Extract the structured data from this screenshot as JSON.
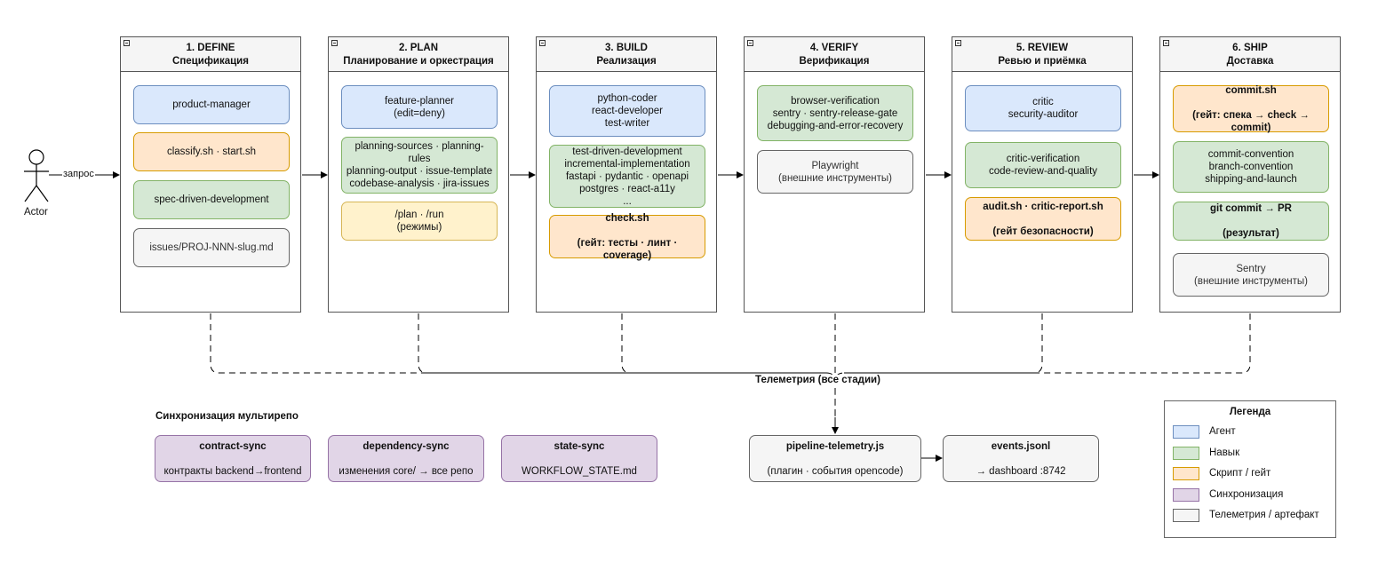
{
  "actor": {
    "label": "Actor",
    "request_label": "запрос"
  },
  "stages": [
    {
      "title": "1. DEFINE",
      "subtitle": "Спецификация"
    },
    {
      "title": "2. PLAN",
      "subtitle": "Планирование и оркестрация"
    },
    {
      "title": "3. BUILD",
      "subtitle": "Реализация"
    },
    {
      "title": "4. VERIFY",
      "subtitle": "Верификация"
    },
    {
      "title": "5. REVIEW",
      "subtitle": "Ревью и приёмка"
    },
    {
      "title": "6. SHIP",
      "subtitle": "Доставка"
    }
  ],
  "define": {
    "agent": "product-manager",
    "script": "classify.sh · start.sh",
    "skill": "spec-driven-development",
    "artifact": "issues/PROJ-NNN-slug.md"
  },
  "plan": {
    "agent": "feature-planner\n(edit=deny)",
    "skills": "planning-sources · planning-rules\nplanning-output · issue-template\ncodebase-analysis · jira-issues",
    "modes": "/plan · /run\n(режимы)"
  },
  "build": {
    "agents": "python-coder\nreact-developer\ntest-writer",
    "skills": "test-driven-development\nincremental-implementation\nfastapi · pydantic · openapi\npostgres · react-a11y\n...",
    "script_title": "check.sh",
    "script_sub": "(гейт: тесты · линт · coverage)"
  },
  "verify": {
    "skills": "browser-verification\nsentry · sentry-release-gate\ndebugging-and-error-recovery",
    "external": "Playwright\n(внешние инструменты)"
  },
  "review": {
    "agents": "critic\nsecurity-auditor",
    "skills": "critic-verification\ncode-review-and-quality",
    "script_title": "audit.sh · critic-report.sh",
    "script_sub": "(гейт безопасности)"
  },
  "ship": {
    "script_title": "commit.sh",
    "script_sub": "(гейт: спека → check →\ncommit)",
    "skills": "commit-convention\nbranch-convention\nshipping-and-launch",
    "result_title": "git commit → PR",
    "result_sub": "(результат)",
    "external": "Sentry\n(внешние инструменты)"
  },
  "telemetry": {
    "label": "Телеметрия (все стадии)",
    "plugin_title": "pipeline-telemetry.js",
    "plugin_sub": "(плагин · события opencode)",
    "events_title": "events.jsonl",
    "events_sub": "→ dashboard :8742"
  },
  "sync": {
    "heading": "Синхронизация мультирепо",
    "items": [
      {
        "title": "contract-sync",
        "sub": "контракты backend→frontend"
      },
      {
        "title": "dependency-sync",
        "sub": "изменения core/ → все репо"
      },
      {
        "title": "state-sync",
        "sub": "WORKFLOW_STATE.md"
      }
    ]
  },
  "legend": {
    "title": "Легенда",
    "items": [
      {
        "label": "Агент",
        "fill": "#dae8fc",
        "stroke": "#6c8ebf"
      },
      {
        "label": "Навык",
        "fill": "#d5e8d4",
        "stroke": "#82b366"
      },
      {
        "label": "Скрипт / гейт",
        "fill": "#ffe6cc",
        "stroke": "#d79b00"
      },
      {
        "label": "Синхронизация",
        "fill": "#e1d5e7",
        "stroke": "#9673a6"
      },
      {
        "label": "Телеметрия / артефакт",
        "fill": "#f5f5f5",
        "stroke": "#666666"
      }
    ]
  }
}
